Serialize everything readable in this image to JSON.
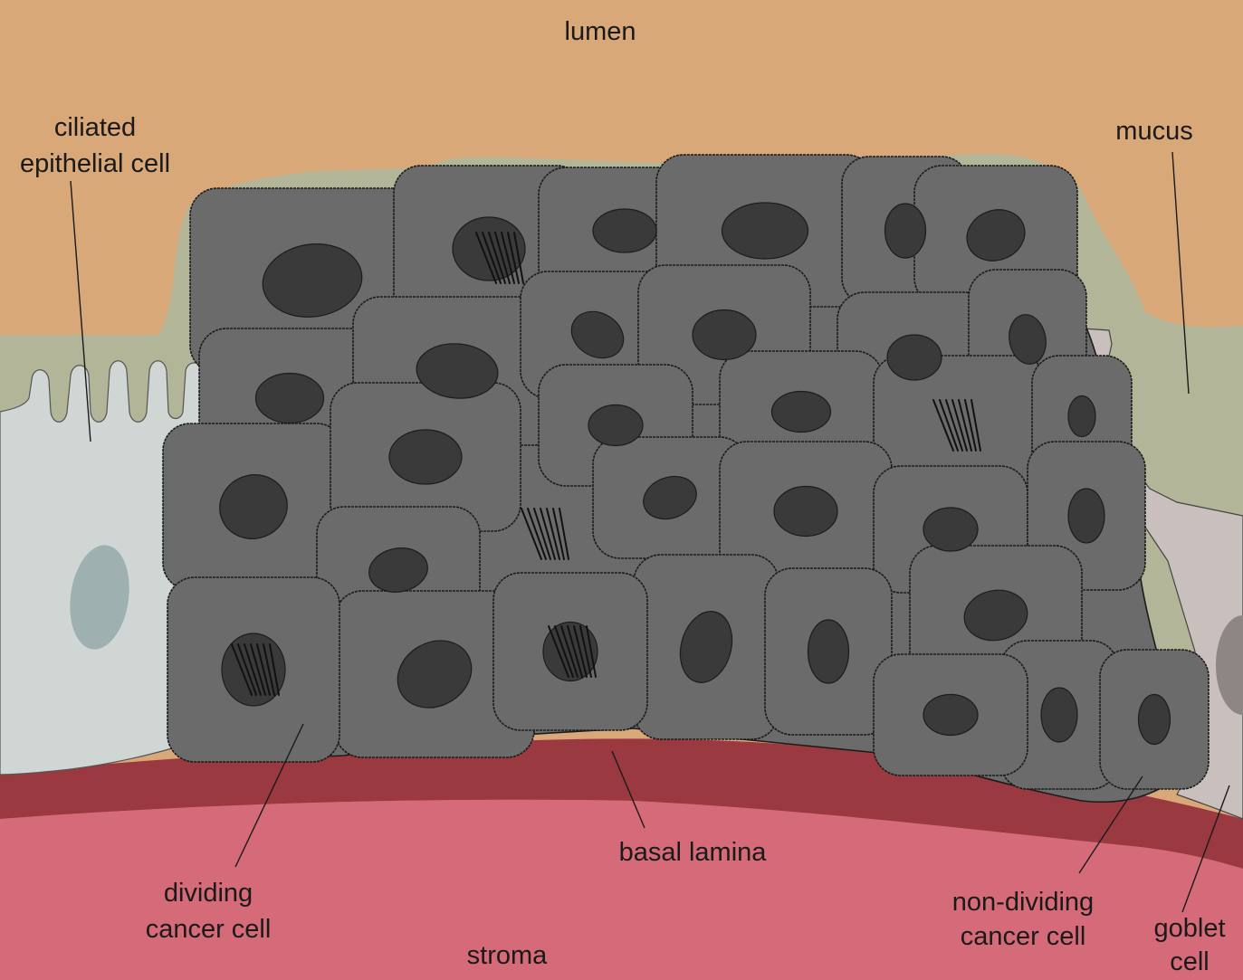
{
  "labels": {
    "lumen": "lumen",
    "mucus": "mucus",
    "ciliated_line1": "ciliated",
    "ciliated_line2": "epithelial cell",
    "basal_lamina": "basal lamina",
    "stroma": "stroma",
    "dividing_line1": "dividing",
    "dividing_line2": "cancer cell",
    "nondividing_line1": "non-dividing",
    "nondividing_line2": "cancer cell",
    "goblet_line1": "goblet",
    "goblet_line2": "cell"
  },
  "colors": {
    "lumen": "#d9a878",
    "mucus": "#b3b598",
    "ciliated_cell": "#cfd6d4",
    "ciliated_nucleus": "#9fb0b0",
    "cancer_cell": "#6b6b6b",
    "cancer_nucleus": "#3a3a3a",
    "basal_lamina": "#9a3a40",
    "stroma": "#d56b78",
    "goblet_cell": "#c9bfbc"
  }
}
